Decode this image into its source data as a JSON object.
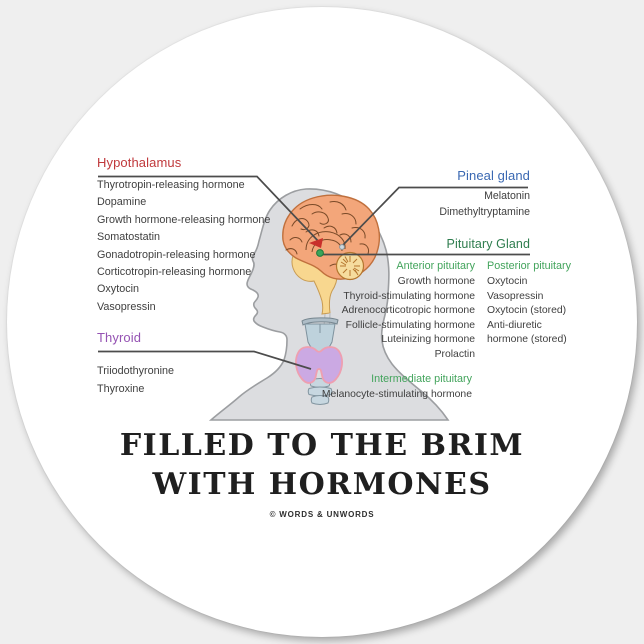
{
  "colors": {
    "page_background": "#efefef",
    "sticker_background": "#ffffff",
    "hypothalamus_accent": "#c0393c",
    "thyroid_accent": "#9553b3",
    "pineal_accent": "#3a68b2",
    "pituitary_accent": "#2e7d4e",
    "pituitary_sub_accent": "#43a45c",
    "pointer_line": "#4c4c4c",
    "head_fill": "#dcdde0",
    "brain_fill": "#f3a67a",
    "brainstem_fill": "#f8d78f",
    "thyroid_gland_fill": "#cba9e3",
    "larynx_fill": "#bed2dc",
    "hypothalamus_marker": "#c92f2b",
    "pituitary_marker": "#3ba45a"
  },
  "sections": {
    "hypothalamus": {
      "label": "Hypothalamus",
      "hormones": [
        "Thyrotropin-releasing hormone",
        "Dopamine",
        "Growth hormone-releasing hormone",
        "Somatostatin",
        "Gonadotropin-releasing hormone",
        "Corticotropin-releasing hormone",
        "Oxytocin",
        "Vasopressin"
      ]
    },
    "thyroid": {
      "label": "Thyroid",
      "hormones": [
        "Triiodothyronine",
        "Thyroxine"
      ]
    },
    "pineal": {
      "label": "Pineal gland",
      "hormones": [
        "Melatonin",
        "Dimethyltryptamine"
      ]
    },
    "pituitary": {
      "label": "Pituitary Gland",
      "anterior": {
        "label": "Anterior pituitary",
        "hormones": [
          "Growth hormone",
          "Thyroid-stimulating hormone",
          "Adrenocorticotropic hormone",
          "Follicle-stimulating hormone",
          "Luteinizing hormone",
          "Prolactin"
        ]
      },
      "posterior": {
        "label": "Posterior pituitary",
        "hormones": [
          "Oxytocin",
          "Vasopressin",
          "Oxytocin (stored)",
          "Anti-diuretic hormone (stored)"
        ]
      },
      "intermediate": {
        "label": "Intermediate pituitary",
        "hormones": [
          "Melanocyte-stimulating hormone"
        ]
      }
    }
  },
  "title": {
    "line1": "FILLED TO THE BRIM",
    "line2": "WITH HORMONES",
    "credit": "© WORDS & UNWORDS"
  }
}
